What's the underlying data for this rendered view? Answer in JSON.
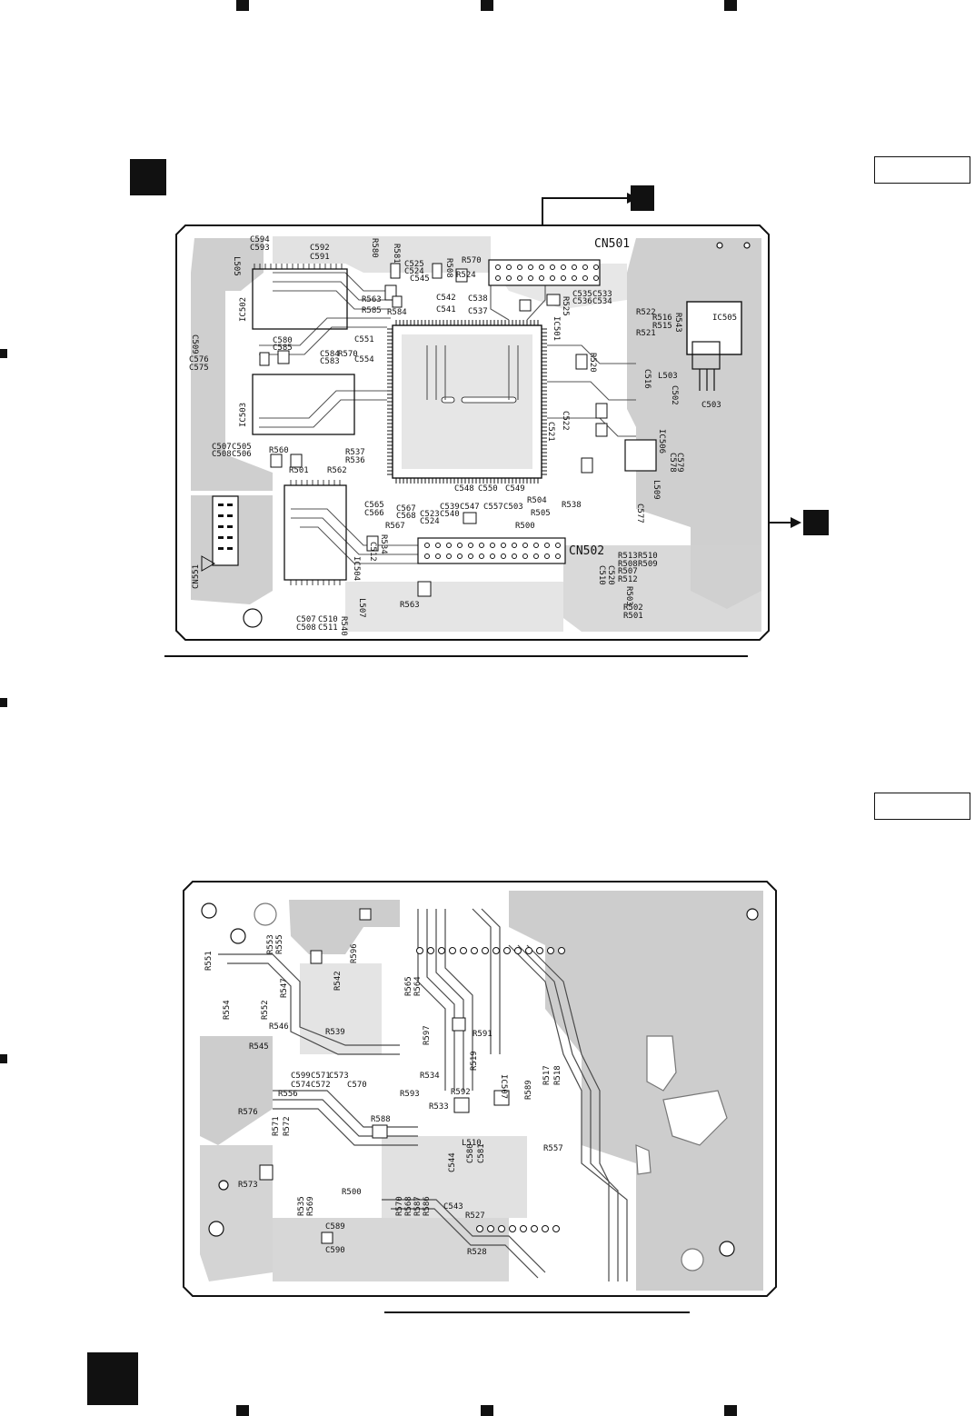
{
  "top_board": {
    "connectors": {
      "cn501": "CN501",
      "cn502": "CN502",
      "cn551": "CN551"
    },
    "chips": {
      "ic501": "IC501",
      "ic502": "IC502",
      "ic503": "IC503",
      "ic505": "IC505",
      "ic506": "IC506",
      "ic504": "IC504"
    },
    "labels": [
      "C594",
      "C593",
      "C592",
      "C591",
      "R581",
      "C525",
      "C524",
      "C545",
      "R508",
      "R570",
      "R524",
      "C542",
      "C541",
      "C537",
      "C538",
      "R525",
      "C535",
      "C533",
      "C536",
      "C534",
      "R522",
      "R516",
      "R515",
      "R521",
      "R543",
      "C580",
      "C585",
      "C584",
      "R570",
      "C583",
      "C551",
      "C554",
      "R563",
      "R585",
      "R584",
      "C576",
      "C575",
      "C509",
      "C507",
      "C505",
      "C506",
      "C508",
      "R560",
      "R501",
      "R562",
      "R537",
      "R536",
      "R504",
      "R538",
      "R505",
      "R500",
      "C503",
      "C557",
      "C550",
      "C548",
      "C549",
      "C539",
      "C547",
      "C540",
      "C523",
      "C524",
      "C567",
      "C568",
      "C565",
      "C566",
      "R567",
      "R534",
      "C512",
      "R513",
      "R510",
      "R508",
      "R509",
      "R507",
      "R512",
      "C510",
      "C520",
      "R503",
      "R502",
      "R501",
      "R563",
      "C507",
      "C510",
      "R540",
      "C508",
      "C511",
      "L507",
      "C502",
      "C503",
      "L503",
      "C516",
      "C579",
      "C578",
      "L509",
      "C577",
      "C522",
      "C521",
      "R520",
      "R580",
      "L505"
    ]
  },
  "bottom_board": {
    "chips": {
      "ic507": "IC507"
    },
    "labels": [
      "R551",
      "R553",
      "R555",
      "R554",
      "R552",
      "R547",
      "R542",
      "R546",
      "R539",
      "R545",
      "R596",
      "R565",
      "R564",
      "R597",
      "R591",
      "R519",
      "C599",
      "C571",
      "C573",
      "C570",
      "C572",
      "C574",
      "R534",
      "R556",
      "R593",
      "R592",
      "R533",
      "R576",
      "R571",
      "R572",
      "R588",
      "C580",
      "L510",
      "C581",
      "R517",
      "R518",
      "R589",
      "R557",
      "R573",
      "R535",
      "R569",
      "R500",
      "C544",
      "C543",
      "R570",
      "R568",
      "R587",
      "R586",
      "R527",
      "C589",
      "C590",
      "R528"
    ]
  }
}
